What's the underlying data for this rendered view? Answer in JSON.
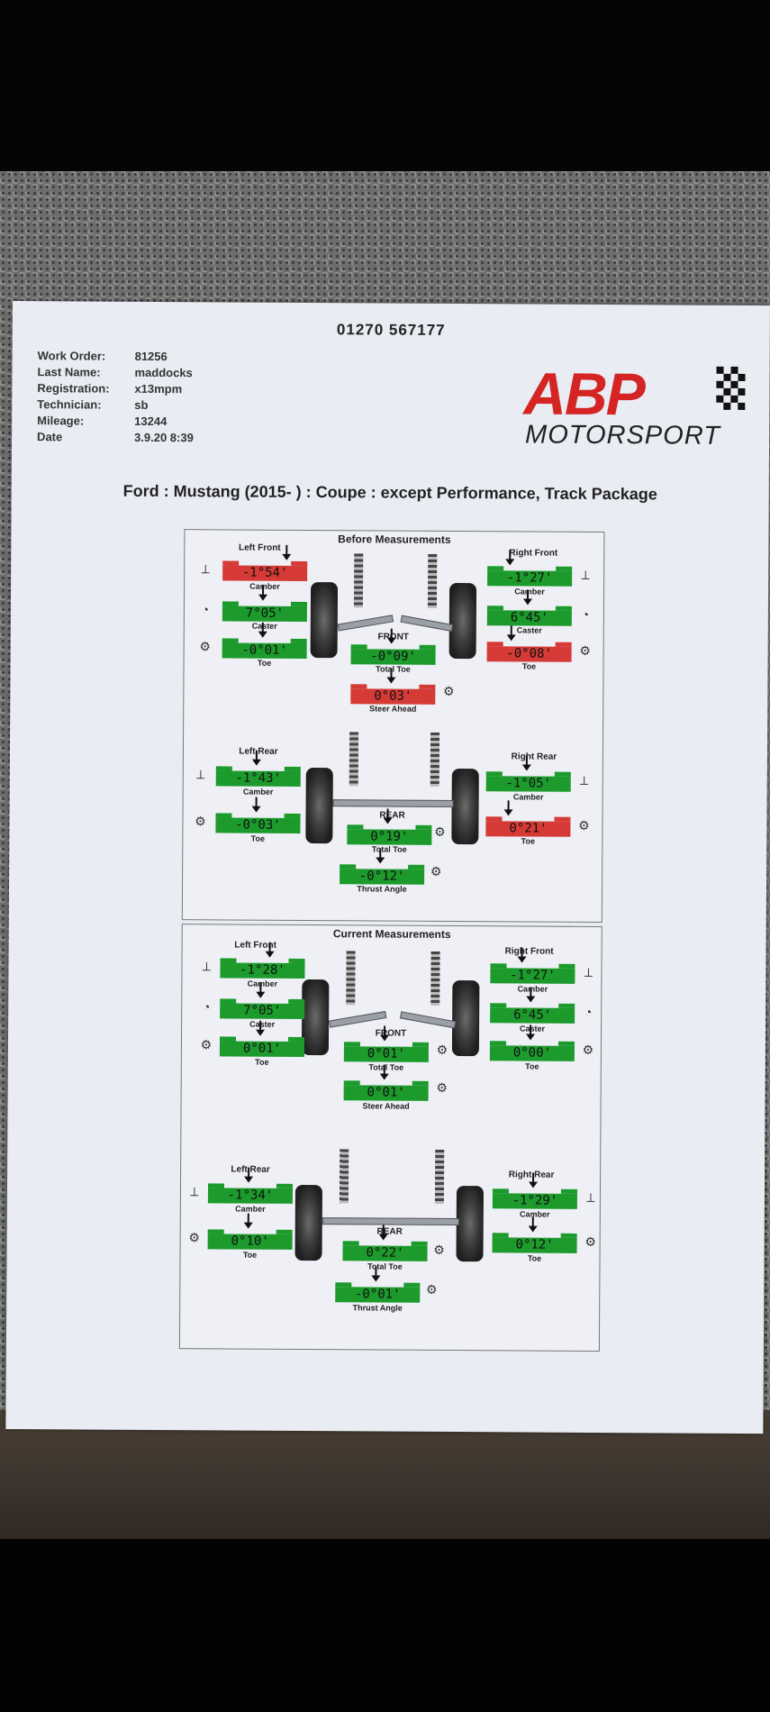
{
  "phone": "01270 567177",
  "info": [
    {
      "label": "Work Order:",
      "value": "81256"
    },
    {
      "label": "Last Name:",
      "value": "maddocks"
    },
    {
      "label": "Registration:",
      "value": "x13mpm"
    },
    {
      "label": "Technician:",
      "value": "sb"
    },
    {
      "label": "Mileage:",
      "value": "13244"
    },
    {
      "label": "Date",
      "value": "3.9.20 8:39"
    }
  ],
  "logo": {
    "main": "ABP",
    "sub": "MOTORSPORT",
    "color": "#d42424"
  },
  "vehicle": "Ford : Mustang (2015-  ) : Coupe : except Performance, Track Package",
  "before": {
    "title": "Before Measurements",
    "left_front": "Left Front",
    "right_front": "Right Front",
    "front": "FRONT",
    "left_rear": "Left Rear",
    "right_rear": "Right Rear",
    "rear": "REAR",
    "lf_camber": "-1°54'",
    "lf_caster": "7°05'",
    "lf_toe": "-0°01'",
    "rf_camber": "-1°27'",
    "rf_caster": "6°45'",
    "rf_toe": "-0°08'",
    "total_toe_front": "-0°09'",
    "steer_ahead": "0°03'",
    "lr_camber": "-1°43'",
    "lr_toe": "-0°03'",
    "rr_camber": "-1°05'",
    "rr_toe": "0°21'",
    "total_toe_rear": "0°19'",
    "thrust_angle": "-0°12'"
  },
  "current": {
    "title": "Current Measurements",
    "left_front": "Left Front",
    "right_front": "Right Front",
    "front": "FRONT",
    "left_rear": "Left Rear",
    "right_rear": "Right Rear",
    "rear": "REAR",
    "lf_camber": "-1°28'",
    "lf_caster": "7°05'",
    "lf_toe": "0°01'",
    "rf_camber": "-1°27'",
    "rf_caster": "6°45'",
    "rf_toe": "0°00'",
    "total_toe_front": "0°01'",
    "steer_ahead": "0°01'",
    "lr_camber": "-1°34'",
    "lr_toe": "0°10'",
    "rr_camber": "-1°29'",
    "rr_toe": "0°12'",
    "total_toe_rear": "0°22'",
    "thrust_angle": "-0°01'"
  },
  "labels": {
    "camber": "Camber",
    "caster": "Caster",
    "toe": "Toe",
    "total_toe": "Total Toe",
    "steer_ahead": "Steer Ahead",
    "thrust_angle": "Thrust Angle"
  },
  "colors": {
    "ok": "#1c9a2c",
    "out_of_spec": "#d53a36"
  }
}
